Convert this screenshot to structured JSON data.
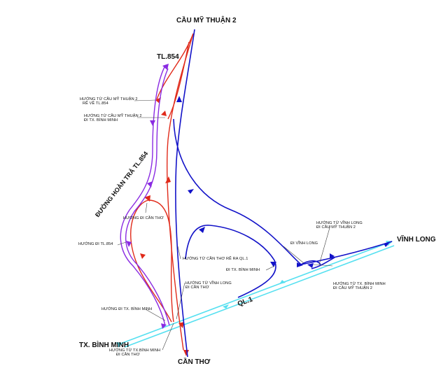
{
  "colors": {
    "ql1": "#56e0f0",
    "blue_route": "#1212c8",
    "red_route": "#e02a1a",
    "purple_route": "#8a2be2",
    "leader": "#444444"
  },
  "labels": {
    "cau_my_thuan_2": "CẦU MỸ THUẬN 2",
    "tl854": "TL.854",
    "can_tho": "CẦN THƠ",
    "vinh_long": "VĨNH LONG",
    "tx_binh_minh": "TX. BÌNH MINH",
    "ql1": "QL.1",
    "duong_hoan_tra": "ĐƯỜNG HOÀN TRẢ TL.854"
  },
  "notes": {
    "n1_l1": "HƯỚNG TỪ  CẦU MỸ THUẬN 2",
    "n1_l2": "RẼ VỀ TL.854",
    "n2_l1": "HƯỚNG TỪ CẦU MỸ THUẬN 2",
    "n2_l2": "ĐI TX. BÌNH MINH",
    "n3": "HƯỚNG ĐI CẦN THƠ",
    "n4": "HƯỚNG ĐI TL.854",
    "n5": "HƯỚNG TỪ CẦN THƠ RẼ RA QL.1",
    "n6_l1": "HƯỚNG TỪ VĨNH LONG",
    "n6_l2": "ĐI CẦU MỸ THUẬN 2",
    "n7": "ĐI VĨNH LONG",
    "n8": "ĐI TX. BÌNH MINH",
    "n9_l1": "HƯỚNG TỪ TX. BÌNH MINH",
    "n9_l2": "ĐI CẦU MỸ THUẬN 2",
    "n10_l1": "HƯỚNG TỪ VĨNH LONG",
    "n10_l2": "ĐI CẦN THƠ",
    "n11": "HƯỚNG ĐI TX. BÌNH MINH",
    "n12_l1": "HƯỚNG TỪ TX.BÌNH MINH",
    "n12_l2": "ĐI CẦN THƠ"
  }
}
